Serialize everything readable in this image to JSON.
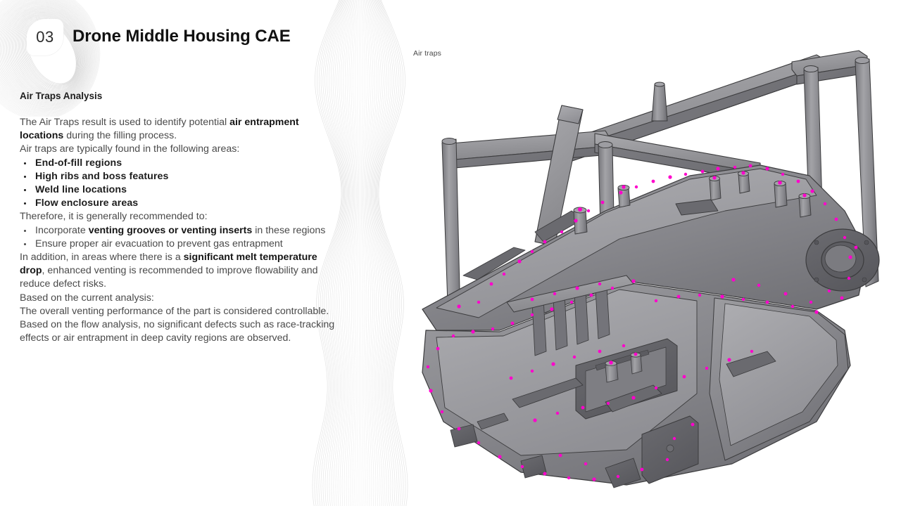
{
  "header": {
    "badge_number": "03",
    "title": "Drone Middle Housing CAE"
  },
  "content": {
    "subheading": "Air Traps Analysis",
    "intro_line1_a": "The Air Traps result is used to identify potential ",
    "intro_line1_b": "air entrapment locations",
    "intro_line1_c": " during the filling process.",
    "intro_line2": "Air traps are typically found in the following areas:",
    "areas": [
      "End-of-fill regions",
      "High ribs and boss features",
      "Weld line locations",
      "Flow enclosure areas"
    ],
    "recommend_lead": "Therefore, it is generally recommended to:",
    "recommendations": [
      {
        "pre": "Incorporate ",
        "bold": "venting grooves or venting inserts",
        "post": " in these regions"
      },
      {
        "pre": "Ensure proper air evacuation to prevent gas entrapment",
        "bold": "",
        "post": ""
      }
    ],
    "addition_a": "In addition, in areas where there is a ",
    "addition_b": "significant melt temperature drop",
    "addition_c": ", enhanced venting is recommended to improve flowability and reduce defect risks.",
    "conclusion_lead": "Based on the current analysis:",
    "conclusion_1": "The overall venting performance of the part is considered controllable.",
    "conclusion_2": "Based on the flow analysis, no significant defects such as race-tracking effects or air entrapment in deep cavity regions are observed."
  },
  "viewport": {
    "result_label": "Air traps",
    "marker_color": "#FF00CC",
    "part_color": "#8d8d90",
    "edge_color": "#3c3c3e",
    "background": "#ffffff"
  },
  "decor": {
    "line_color": "#dcdcdc",
    "badge_line_color": "#d2d2d2"
  }
}
